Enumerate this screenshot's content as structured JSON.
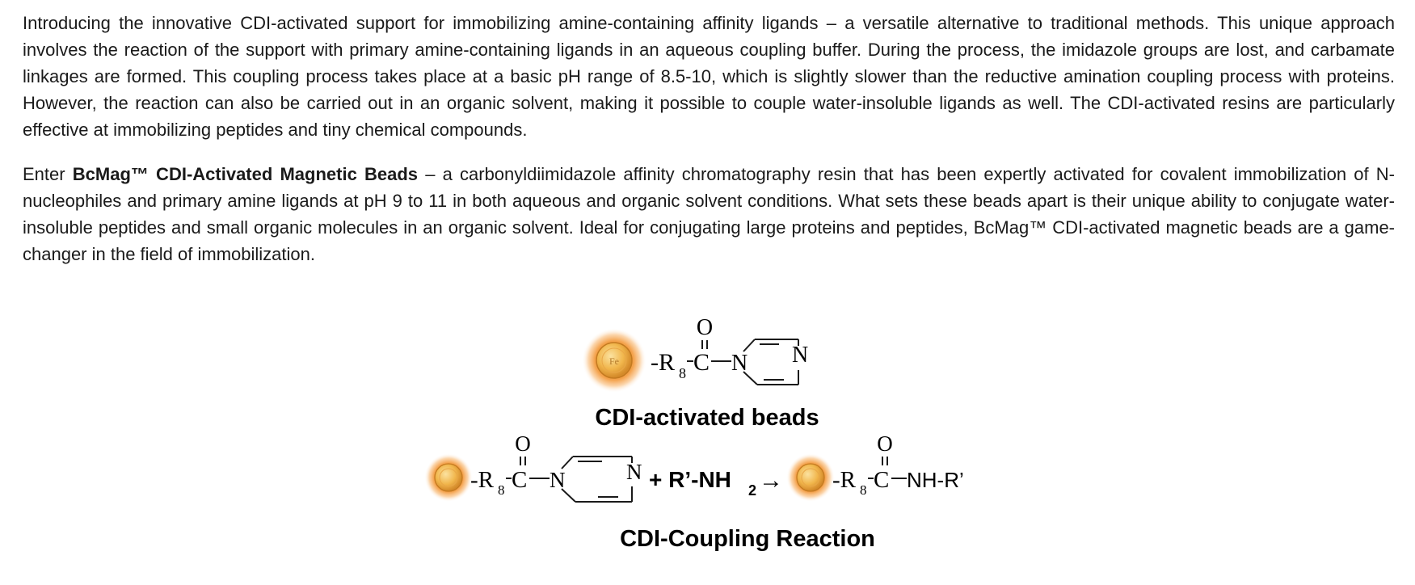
{
  "paragraphs": {
    "p1": "Introducing the innovative CDI-activated support for immobilizing amine-containing affinity ligands – a versatile alternative to traditional methods. This unique approach involves the reaction of the support with primary amine-containing ligands in an aqueous coupling buffer. During the process, the imidazole groups are lost, and carbamate linkages are formed. This coupling process takes place at a basic pH range of 8.5-10, which is slightly slower than the reductive amination coupling process with proteins. However, the reaction can also be carried out in an organic solvent, making it possible to couple water-insoluble ligands as well. The CDI-activated resins are particularly effective at immobilizing peptides and tiny chemical compounds.",
    "p2_lead": "Enter ",
    "p2_bold": "BcMag™ CDI-Activated Magnetic Beads",
    "p2_rest": " – a carbonyldiimidazole affinity chromatography resin that has been expertly activated for covalent immobilization of N-nucleophiles and primary amine ligands at pH 9 to 11 in both aqueous and organic solvent conditions. What sets these beads apart is their unique ability to conjugate water-insoluble peptides and small organic molecules in an organic solvent. Ideal for conjugating large proteins and peptides, BcMag™ CDI-activated magnetic beads are a game-changer in the field of immobilization."
  },
  "figure": {
    "caption_top": "CDI-activated beads",
    "caption_bottom": "CDI-Coupling Reaction",
    "bead_core_label": "Fe",
    "oxygen": "O",
    "linker_prefix": "-R",
    "linker_sub": "8",
    "carbon": "C",
    "nitrogen": "N",
    "plus_amine": "+ R’-NH",
    "amine_sub": "2",
    "arrow": "→",
    "product_tail": "NH-R’"
  },
  "colors": {
    "text": "#1a1a1a",
    "bead_outer": "#f39a3c",
    "bead_inner": "#f6c35a",
    "bead_glow": "#fde2c4"
  }
}
